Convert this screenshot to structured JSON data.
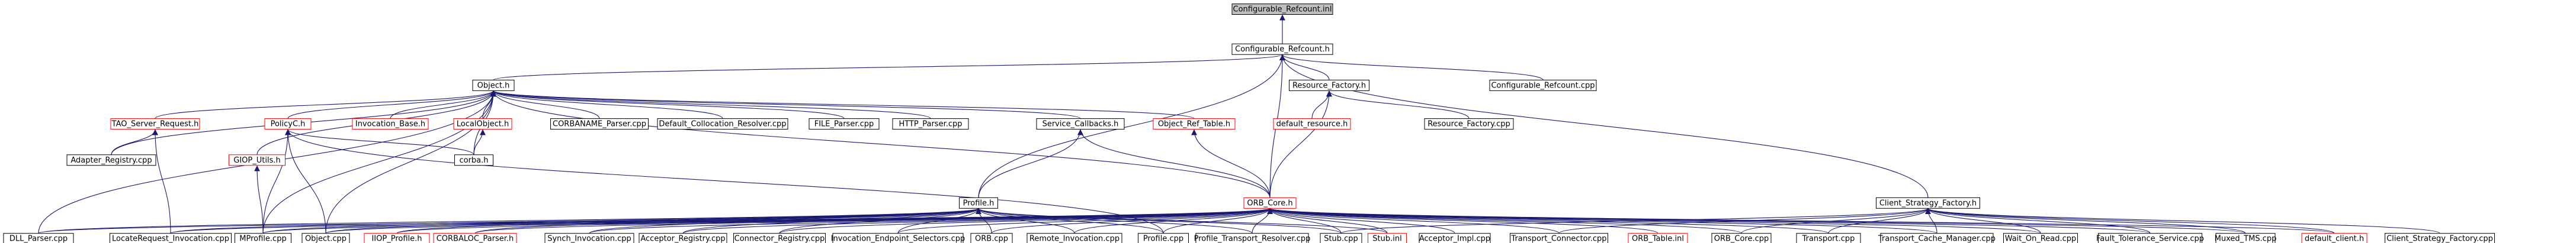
{
  "colors": {
    "edge": "#191970",
    "node_border": "#000000",
    "node_border_incomplete": "#ff0000",
    "root_fill": "#bfbfbf"
  },
  "nodes": [
    {
      "id": "root",
      "label": "Configurable_Refcount.inl",
      "style": "root"
    },
    {
      "id": "cfg_h",
      "label": "Configurable_Refcount.h"
    },
    {
      "id": "object_h",
      "label": "Object.h"
    },
    {
      "id": "resfac_h",
      "label": "Resource_Factory.h"
    },
    {
      "id": "cfg_cpp",
      "label": "Configurable_Refcount.cpp"
    },
    {
      "id": "tao_srv",
      "label": "TAO_Server_Request.h",
      "style": "red"
    },
    {
      "id": "policy_h",
      "label": "PolicyC.h",
      "style": "red"
    },
    {
      "id": "invbase_h",
      "label": "Invocation_Base.h",
      "style": "red"
    },
    {
      "id": "localobj_h",
      "label": "LocalObject.h",
      "style": "red"
    },
    {
      "id": "corbaname",
      "label": "CORBANAME_Parser.cpp"
    },
    {
      "id": "defcoll",
      "label": "Default_Collocation_Resolver.cpp"
    },
    {
      "id": "fileparser",
      "label": "FILE_Parser.cpp"
    },
    {
      "id": "httpparser",
      "label": "HTTP_Parser.cpp"
    },
    {
      "id": "objreftable",
      "label": "Object_Ref_Table.h",
      "style": "red"
    },
    {
      "id": "svccb_h",
      "label": "Service_Callbacks.h"
    },
    {
      "id": "defres_h",
      "label": "default_resource.h",
      "style": "red"
    },
    {
      "id": "resfac_cpp",
      "label": "Resource_Factory.cpp"
    },
    {
      "id": "adapter",
      "label": "Adapter_Registry.cpp"
    },
    {
      "id": "giop_utils",
      "label": "GIOP_Utils.h",
      "style": "red"
    },
    {
      "id": "corba_h",
      "label": "corba.h"
    },
    {
      "id": "profile_h",
      "label": "Profile.h"
    },
    {
      "id": "orbcore_h",
      "label": "ORB_Core.h",
      "style": "red"
    },
    {
      "id": "csf_h",
      "label": "Client_Strategy_Factory.h"
    },
    {
      "id": "dllparser",
      "label": "DLL_Parser.cpp"
    },
    {
      "id": "locreq",
      "label": "LocateRequest_Invocation.cpp"
    },
    {
      "id": "mprofile",
      "label": "MProfile.cpp"
    },
    {
      "id": "object_cpp",
      "label": "Object.cpp"
    },
    {
      "id": "iiop_profile",
      "label": "IIOP_Profile.h",
      "style": "red"
    },
    {
      "id": "corbaloc",
      "label": "CORBALOC_Parser.h",
      "style": "red"
    },
    {
      "id": "synch",
      "label": "Synch_Invocation.cpp"
    },
    {
      "id": "acceptor_reg",
      "label": "Acceptor_Registry.cpp"
    },
    {
      "id": "connector_reg",
      "label": "Connector_Registry.cpp"
    },
    {
      "id": "inv_endpoint",
      "label": "Invocation_Endpoint_Selectors.cpp"
    },
    {
      "id": "orb_cpp",
      "label": "ORB.cpp"
    },
    {
      "id": "remote_inv",
      "label": "Remote_Invocation.cpp"
    },
    {
      "id": "profile_cpp",
      "label": "Profile.cpp"
    },
    {
      "id": "ptr_cpp",
      "label": "Profile_Transport_Resolver.cpp"
    },
    {
      "id": "stub_cpp",
      "label": "Stub.cpp"
    },
    {
      "id": "stub_inl",
      "label": "Stub.inl",
      "style": "red"
    },
    {
      "id": "acceptor_impl",
      "label": "Acceptor_Impl.cpp"
    },
    {
      "id": "transport_conn",
      "label": "Transport_Connector.cpp"
    },
    {
      "id": "orb_table",
      "label": "ORB_Table.inl",
      "style": "red"
    },
    {
      "id": "orbcore_cpp",
      "label": "ORB_Core.cpp"
    },
    {
      "id": "transport_cpp",
      "label": "Transport.cpp"
    },
    {
      "id": "tcm_cpp",
      "label": "Transport_Cache_Manager.cpp"
    },
    {
      "id": "wait_on_read",
      "label": "Wait_On_Read.cpp"
    },
    {
      "id": "ft_service",
      "label": "Fault_Tolerance_Service.cpp"
    },
    {
      "id": "muxed_tms",
      "label": "Muxed_TMS.cpp"
    },
    {
      "id": "default_client",
      "label": "default_client.h",
      "style": "red"
    },
    {
      "id": "csf_cpp",
      "label": "Client_Strategy_Factory.cpp"
    }
  ],
  "edges": [
    [
      "cfg_h",
      "root"
    ],
    [
      "object_h",
      "cfg_h"
    ],
    [
      "resfac_h",
      "cfg_h"
    ],
    [
      "cfg_cpp",
      "cfg_h"
    ],
    [
      "profile_h",
      "cfg_h"
    ],
    [
      "orbcore_h",
      "cfg_h"
    ],
    [
      "csf_h",
      "cfg_h"
    ],
    [
      "tao_srv",
      "object_h"
    ],
    [
      "policy_h",
      "object_h"
    ],
    [
      "invbase_h",
      "object_h"
    ],
    [
      "localobj_h",
      "object_h"
    ],
    [
      "corbaname",
      "object_h"
    ],
    [
      "defcoll",
      "object_h"
    ],
    [
      "fileparser",
      "object_h"
    ],
    [
      "httpparser",
      "object_h"
    ],
    [
      "objreftable",
      "object_h"
    ],
    [
      "svccb_h",
      "object_h"
    ],
    [
      "adapter",
      "object_h"
    ],
    [
      "giop_utils",
      "object_h"
    ],
    [
      "corba_h",
      "object_h"
    ],
    [
      "orbcore_h",
      "object_h"
    ],
    [
      "dllparser",
      "object_h"
    ],
    [
      "object_cpp",
      "object_h"
    ],
    [
      "mprofile",
      "object_h"
    ],
    [
      "defres_h",
      "resfac_h"
    ],
    [
      "resfac_cpp",
      "resfac_h"
    ],
    [
      "orbcore_h",
      "resfac_h"
    ],
    [
      "adapter",
      "tao_srv"
    ],
    [
      "locreq",
      "tao_srv"
    ],
    [
      "mprofile",
      "policy_h"
    ],
    [
      "object_cpp",
      "policy_h"
    ],
    [
      "corba_h",
      "policy_h"
    ],
    [
      "profile_cpp",
      "policy_h"
    ],
    [
      "corba_h",
      "localobj_h"
    ],
    [
      "orbcore_h",
      "objreftable"
    ],
    [
      "profile_h",
      "svccb_h"
    ],
    [
      "orbcore_h",
      "svccb_h"
    ],
    [
      "mprofile",
      "giop_utils"
    ],
    [
      "dllparser",
      "profile_h"
    ],
    [
      "locreq",
      "profile_h"
    ],
    [
      "mprofile",
      "profile_h"
    ],
    [
      "object_cpp",
      "profile_h"
    ],
    [
      "iiop_profile",
      "profile_h"
    ],
    [
      "corbaloc",
      "profile_h"
    ],
    [
      "synch",
      "profile_h"
    ],
    [
      "acceptor_reg",
      "profile_h"
    ],
    [
      "connector_reg",
      "profile_h"
    ],
    [
      "inv_endpoint",
      "profile_h"
    ],
    [
      "orb_cpp",
      "profile_h"
    ],
    [
      "remote_inv",
      "profile_h"
    ],
    [
      "profile_cpp",
      "profile_h"
    ],
    [
      "ptr_cpp",
      "profile_h"
    ],
    [
      "stub_cpp",
      "profile_h"
    ],
    [
      "stub_inl",
      "profile_h"
    ],
    [
      "dllparser",
      "orbcore_h"
    ],
    [
      "locreq",
      "orbcore_h"
    ],
    [
      "mprofile",
      "orbcore_h"
    ],
    [
      "object_cpp",
      "orbcore_h"
    ],
    [
      "iiop_profile",
      "orbcore_h"
    ],
    [
      "corbaloc",
      "orbcore_h"
    ],
    [
      "synch",
      "orbcore_h"
    ],
    [
      "acceptor_reg",
      "orbcore_h"
    ],
    [
      "connector_reg",
      "orbcore_h"
    ],
    [
      "inv_endpoint",
      "orbcore_h"
    ],
    [
      "orb_cpp",
      "orbcore_h"
    ],
    [
      "remote_inv",
      "orbcore_h"
    ],
    [
      "profile_cpp",
      "orbcore_h"
    ],
    [
      "ptr_cpp",
      "orbcore_h"
    ],
    [
      "stub_cpp",
      "orbcore_h"
    ],
    [
      "stub_inl",
      "orbcore_h"
    ],
    [
      "acceptor_impl",
      "orbcore_h"
    ],
    [
      "transport_conn",
      "orbcore_h"
    ],
    [
      "orb_table",
      "orbcore_h"
    ],
    [
      "orbcore_cpp",
      "orbcore_h"
    ],
    [
      "transport_cpp",
      "orbcore_h"
    ],
    [
      "tcm_cpp",
      "orbcore_h"
    ],
    [
      "wait_on_read",
      "orbcore_h"
    ],
    [
      "ft_service",
      "orbcore_h"
    ],
    [
      "muxed_tms",
      "orbcore_h"
    ],
    [
      "default_client",
      "orbcore_h"
    ],
    [
      "stub_cpp",
      "csf_h"
    ],
    [
      "transport_conn",
      "csf_h"
    ],
    [
      "orbcore_cpp",
      "csf_h"
    ],
    [
      "transport_cpp",
      "csf_h"
    ],
    [
      "tcm_cpp",
      "csf_h"
    ],
    [
      "wait_on_read",
      "csf_h"
    ],
    [
      "ft_service",
      "csf_h"
    ],
    [
      "muxed_tms",
      "csf_h"
    ],
    [
      "default_client",
      "csf_h"
    ],
    [
      "csf_cpp",
      "csf_h"
    ]
  ]
}
